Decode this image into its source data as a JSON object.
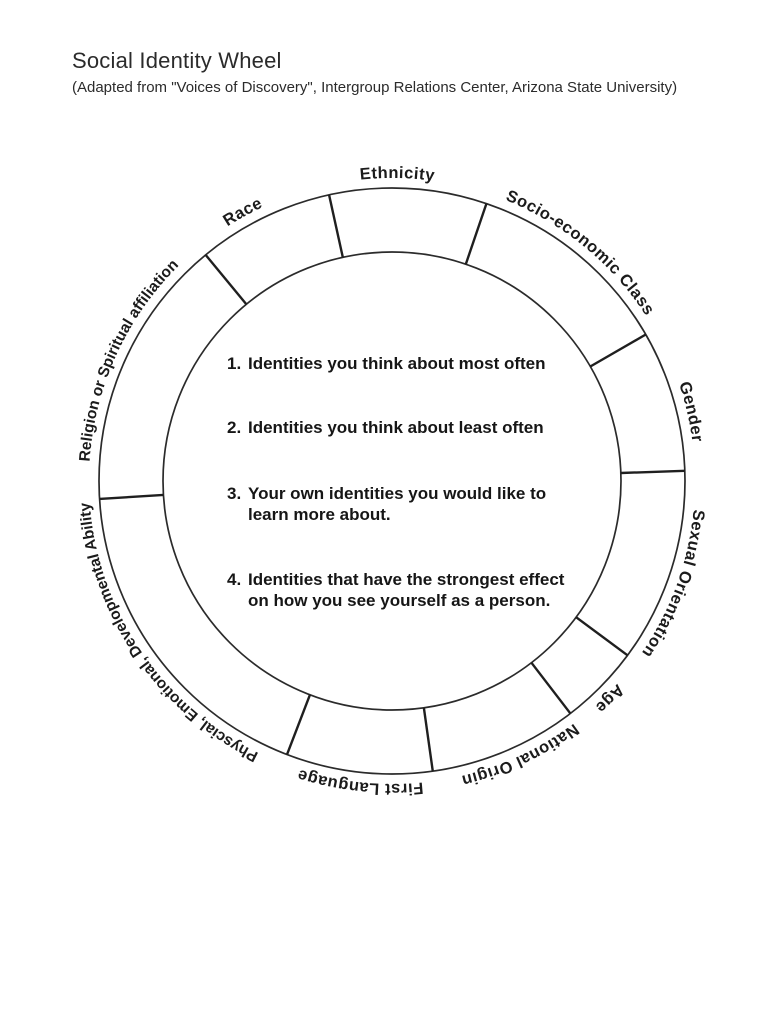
{
  "page": {
    "title": "Social Identity Wheel",
    "subtitle": "(Adapted from \"Voices of Discovery\", Intergroup Relations Center, Arizona State University)",
    "background_color": "#ffffff",
    "text_color": "#2b2b2b"
  },
  "wheel": {
    "type": "ring-diagram",
    "ring_stroke_color": "#2b2b2b",
    "divider_stroke_color": "#1f1f1f",
    "label_color": "#1b1b1b",
    "segments": [
      {
        "label": "Ethnicity",
        "label_angle_deg": 1
      },
      {
        "label": "Socio-economic Class",
        "label_angle_deg": 39.5
      },
      {
        "label": "Gender",
        "label_angle_deg": 77
      },
      {
        "label": "Sexual Orientation",
        "label_angle_deg": 110
      },
      {
        "label": "Age",
        "label_angle_deg": 135
      },
      {
        "label": "National Origin",
        "label_angle_deg": 155
      },
      {
        "label": "First Language",
        "label_angle_deg": 186
      },
      {
        "label": "Physcial, Emotional, Developmental Ability",
        "label_angle_deg": 236
      },
      {
        "label": "Religion or Spiritual affiliation",
        "label_angle_deg": 294.5
      },
      {
        "label": "Race",
        "label_angle_deg": 331
      }
    ],
    "divider_angles_deg": [
      347.6,
      18.8,
      60,
      88,
      126.5,
      142.5,
      172,
      201,
      266.5,
      320.5
    ],
    "center_notes": [
      {
        "number": "1.",
        "lines": [
          "Identities you think about most often"
        ]
      },
      {
        "number": "2.",
        "lines": [
          "Identities you think about least often"
        ]
      },
      {
        "number": "3.",
        "lines": [
          "Your own identities you would like to",
          "learn more about."
        ]
      },
      {
        "number": "4.",
        "lines": [
          "Identities that have the strongest effect",
          "on how you see yourself as a person."
        ]
      }
    ]
  }
}
